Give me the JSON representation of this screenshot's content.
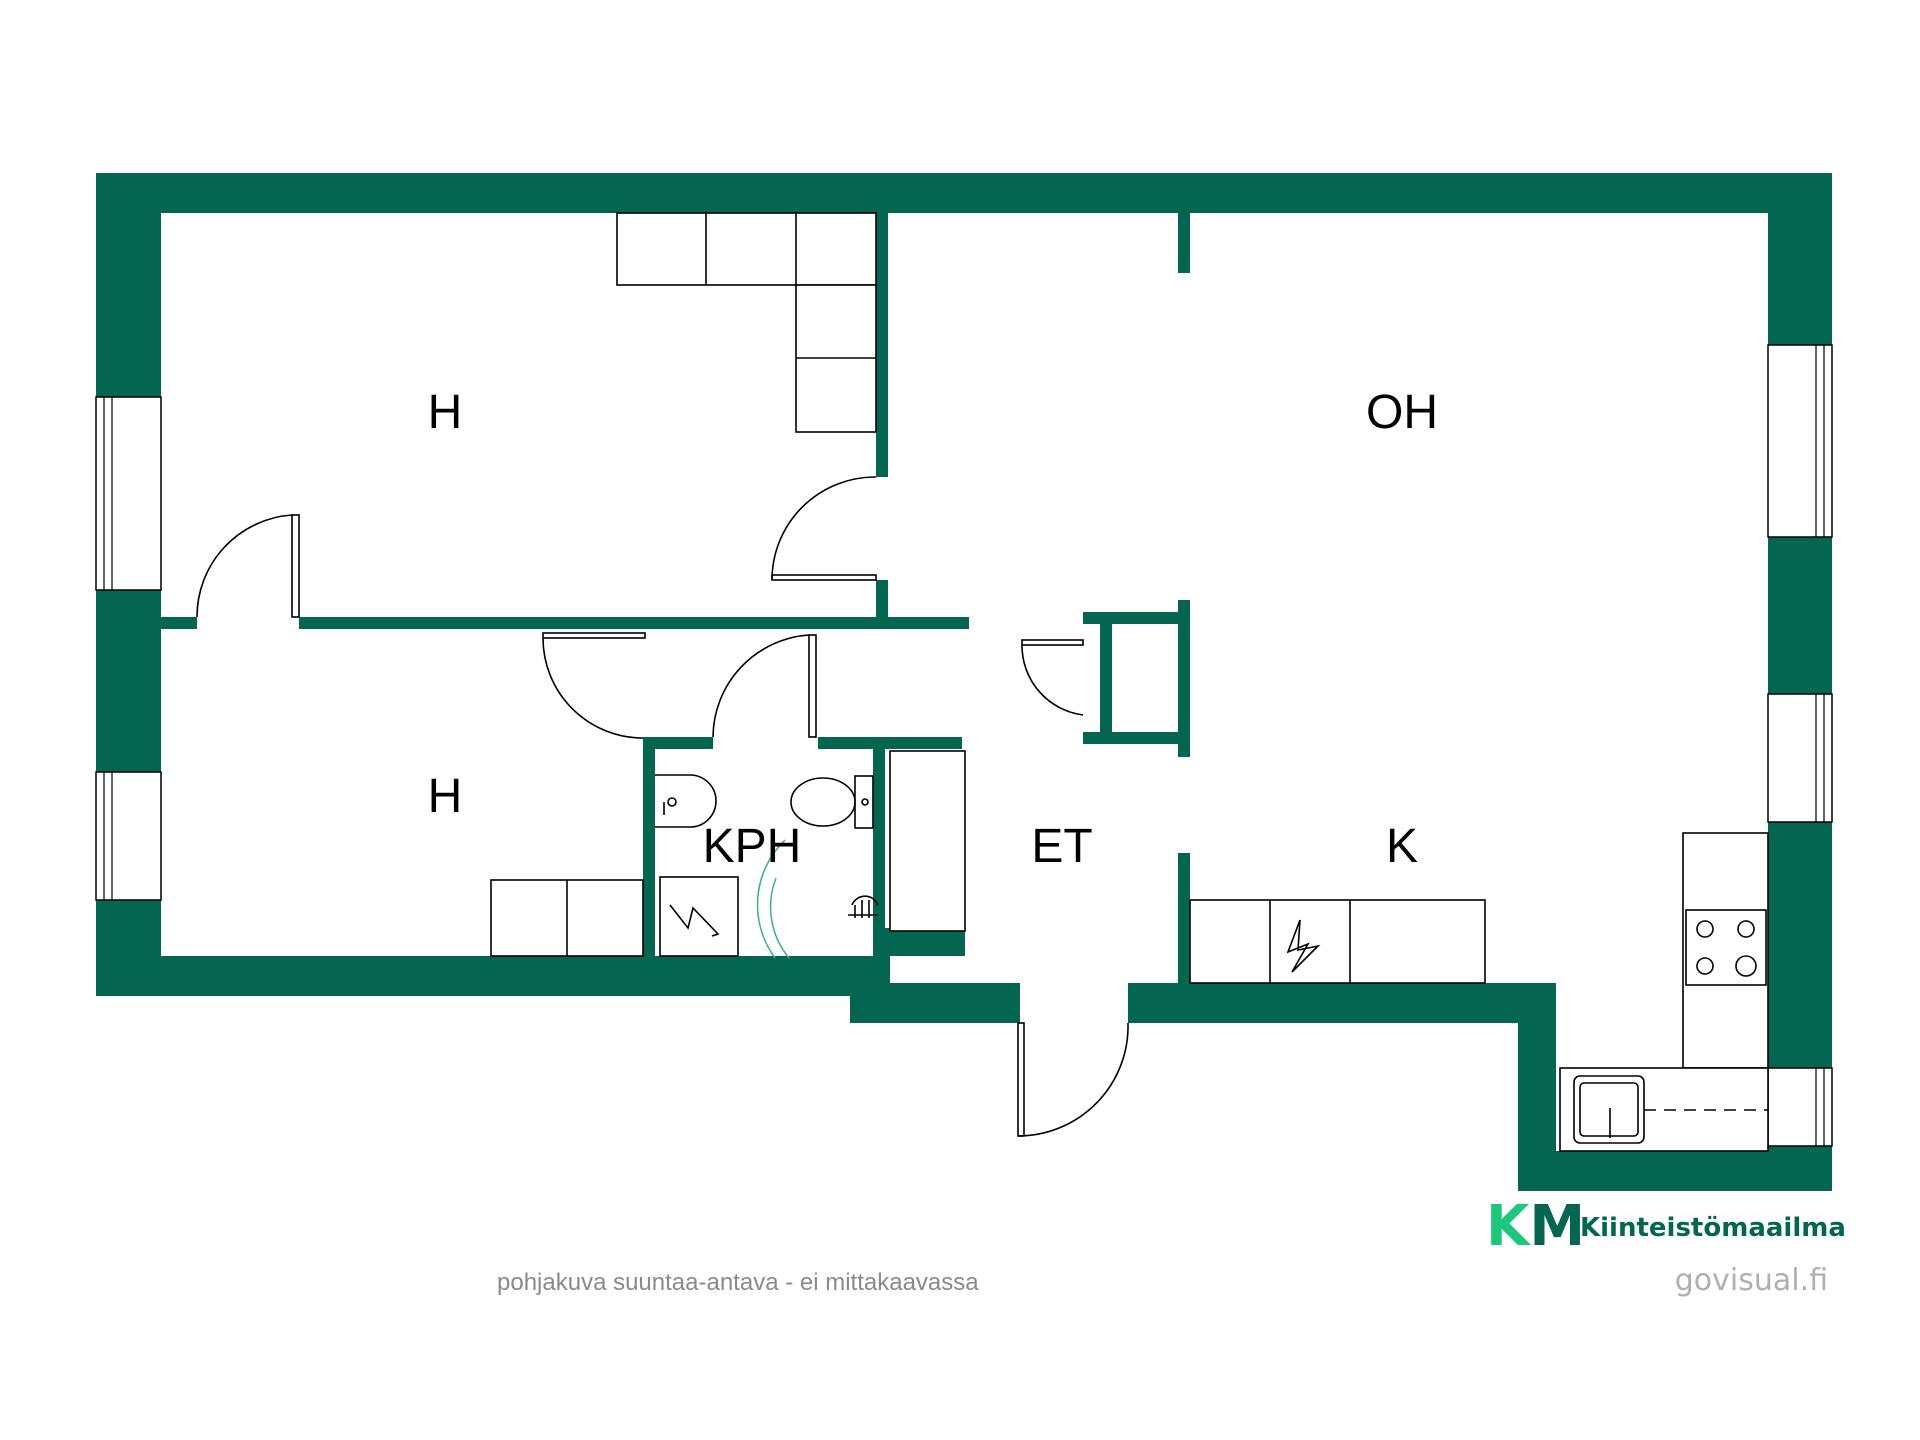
{
  "rooms": {
    "bedroom_top": "H",
    "bedroom_bottom": "H",
    "bathroom": "KPH",
    "hall": "ET",
    "living": "OH",
    "kitchen": "K"
  },
  "footer": {
    "disclaimer": "pohjakuva suuntaa-antava - ei mittakaavassa",
    "brand_mark": "KM",
    "brand_name": "Kiinteistömaailma",
    "credit": "govisual.fi"
  },
  "colors": {
    "wall": "#046650",
    "brand_k": "#1ec77c",
    "brand_m": "#046650"
  },
  "icons": [
    "window-icon",
    "door-swing-icon",
    "wardrobe-icon",
    "electric-panel-icon",
    "toilet-icon",
    "sink-icon",
    "shower-icon",
    "stove-icon",
    "kitchen-sink-icon",
    "kitchen-counter-icon"
  ]
}
